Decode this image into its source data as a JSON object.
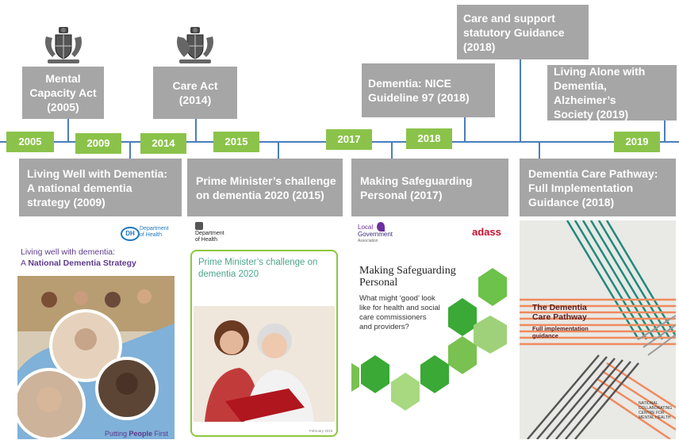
{
  "years": {
    "y2005": "2005",
    "y2009": "2009",
    "y2014": "2014",
    "y2015": "2015",
    "y2017": "2017",
    "y2018": "2018",
    "y2019": "2019"
  },
  "events_top": {
    "mca": "Mental\nCapacity Act\n(2005)",
    "care_act": "Care Act\n(2014)",
    "nice": "Dementia: NICE\nGuideline 97 (2018)",
    "statutory": "Care and support\nstatutory Guidance\n(2018)",
    "living_alone": "Living Alone with\nDementia, Alzheimer’s\nSociety (2019)"
  },
  "events_bottom": {
    "living_well": "Living Well with Dementia:\nA national dementia\nstrategy  (2009)",
    "pm_challenge": "Prime Minister’s challenge\non dementia 2020 (2015)",
    "safeguarding": "Making Safeguarding\nPersonal (2017)",
    "care_pathway": "Dementia Care Pathway:\nFull Implementation\nGuidance (2018)"
  },
  "covers": {
    "c1": {
      "logo_dh": "DH",
      "logo_dept": "Department\nof Health",
      "title_line1": "Living well with dementia:",
      "title_line2a": "A ",
      "title_line2b": "National Dementia Strategy",
      "footer_a": "Putting ",
      "footer_b": "People",
      "footer_c": " First"
    },
    "c2": {
      "dept": "Department\nof Health",
      "title": "Prime Minister’s challenge on\ndementia 2020",
      "date": "February 2015"
    },
    "c3": {
      "lg_local": "Local",
      "lg_government": "Government",
      "lg_association": "Association",
      "adass": "adass",
      "title": "Making Safeguarding\nPersonal",
      "subtitle": "What might ‘good’ look\nlike for health and social\ncare commissioners\nand providers?"
    },
    "c4": {
      "title": "The Dementia\nCare Pathway",
      "subtitle": "Full implementation\nguidance",
      "footer": "NATIONAL\nCOLLABORATING\nCENTRE FOR\nMENTAL HEALTH"
    }
  },
  "colors": {
    "year_green": "#8bc34a",
    "box_grey": "#a6a6a6",
    "line_blue": "#4a7ebb"
  },
  "icons": {
    "crest": "royal-coat-of-arms-icon"
  }
}
